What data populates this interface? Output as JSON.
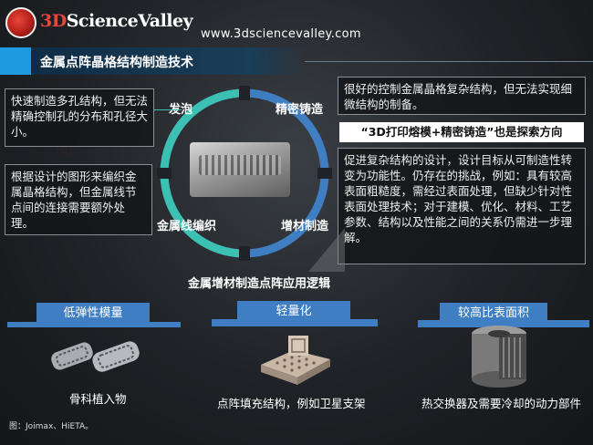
{
  "logo": {
    "brand_prefix": "3D",
    "brand_rest": "ScienceValley"
  },
  "site_url": "www.3dsciencevalley.com",
  "header": {
    "title": "金属点阵晶格结构制造技术"
  },
  "cycle": {
    "labels": [
      "发泡",
      "精密铸造",
      "金属线编织",
      "增材制造"
    ],
    "colors": {
      "teal": "#3cc0b4",
      "blue": "#3f7ec2"
    }
  },
  "boxes": {
    "foam": "快速制造多孔结构，但无法精确控制孔的分布和孔径大小。",
    "weave": "根据设计的图形来编织金属晶格结构，但金属线节点间的连接需要额外处理。",
    "casting": "很好的控制金属晶格复杂结构，但无法实现细微结构的制备。",
    "callout": "“3D打印熔模+精密铸造”也是探索方向",
    "additive": "促进复杂结构的设计，设计目标从可制造性转变为功能性。仍存在的挑战，例如：具有较高表面粗糙度，需经过表面处理，但缺少针对性表面处理技术；对于建模、优化、材料、工艺参数、结构以及性能之间的关系仍需进一步理解。"
  },
  "subtitle": "金属增材制造点阵应用逻辑",
  "applications": [
    {
      "title": "低弹性模量",
      "caption": "骨科植入物"
    },
    {
      "title": "轻量化",
      "caption": "点阵填充结构，例如卫星支架"
    },
    {
      "title": "较高比表面积",
      "caption": "热交换器及需要冷却的动力部件"
    }
  ],
  "source": "图：Joimax、HiETA。"
}
